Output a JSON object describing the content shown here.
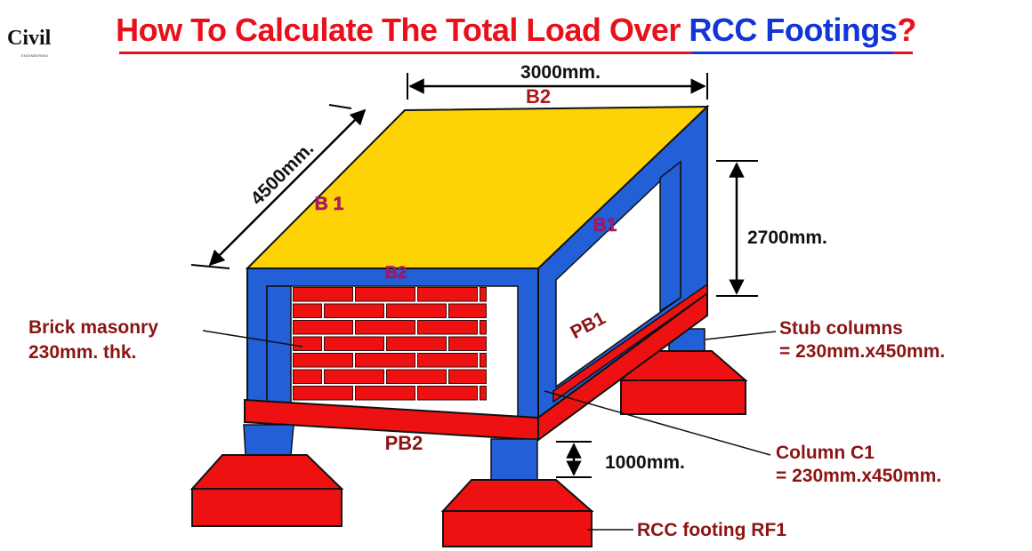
{
  "header": {
    "title_part1": "How To Calculate The Total Load Over ",
    "title_part2": "RCC Footings",
    "title_part3": "?",
    "logo_text": "Civil",
    "logo_sub": "ENGINEERING"
  },
  "diagram": {
    "dim_top": "3000mm.",
    "dim_side": "4500mm.",
    "dim_height": "2700mm.",
    "dim_stub": "1000mm.",
    "beam_b2_top": "B2",
    "beam_b2_front": "B2",
    "beam_b1_left": "B 1",
    "beam_b1_right": "B1",
    "plinth_pb1": "PB1",
    "plinth_pb2": "PB2",
    "label_brick_line1": "Brick masonry",
    "label_brick_line2": "230mm. thk.",
    "label_stub_line1": "Stub columns",
    "label_stub_line2": "= 230mm.x450mm.",
    "label_column_line1": "Column C1",
    "label_column_line2": "= 230mm.x450mm.",
    "label_footing": "RCC footing RF1"
  },
  "colors": {
    "roof": "#fdd306",
    "frame": "#2360d8",
    "plinth": "#ee1111",
    "brick": "#ee1111",
    "text_dark": "#8b1414",
    "title_red": "#e8101a",
    "title_blue": "#1136d8"
  }
}
